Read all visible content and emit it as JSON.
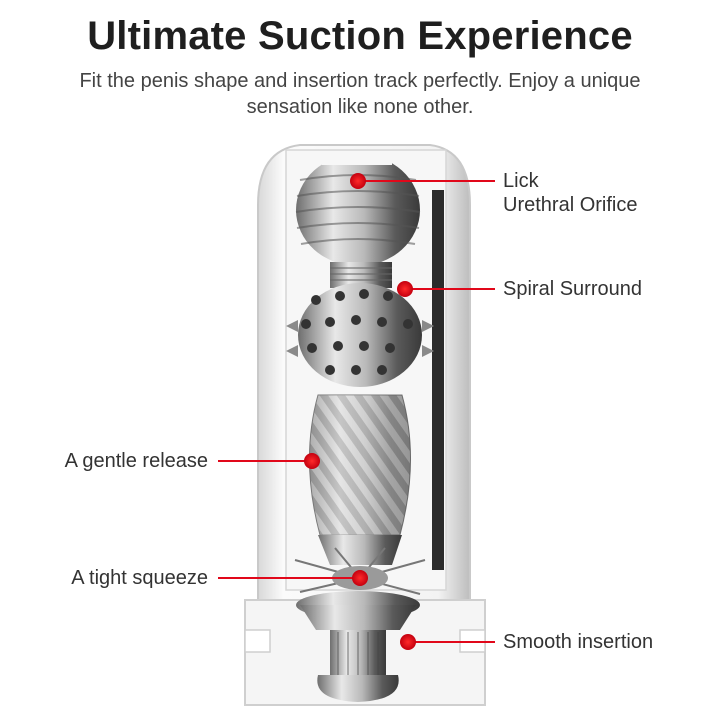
{
  "title": "Ultimate Suction Experience",
  "subtitle": "Fit the penis shape and insertion track perfectly. Enjoy a unique sensation like none other.",
  "callouts": {
    "lick_line1": "Lick",
    "lick_line2": "Urethral Orifice",
    "spiral": "Spiral Surround",
    "release": "A gentle release",
    "squeeze": "A tight squeeze",
    "insertion": "Smooth insertion"
  },
  "colors": {
    "accent": "#e1081a",
    "text": "#333333",
    "title": "#1f1f1f"
  }
}
